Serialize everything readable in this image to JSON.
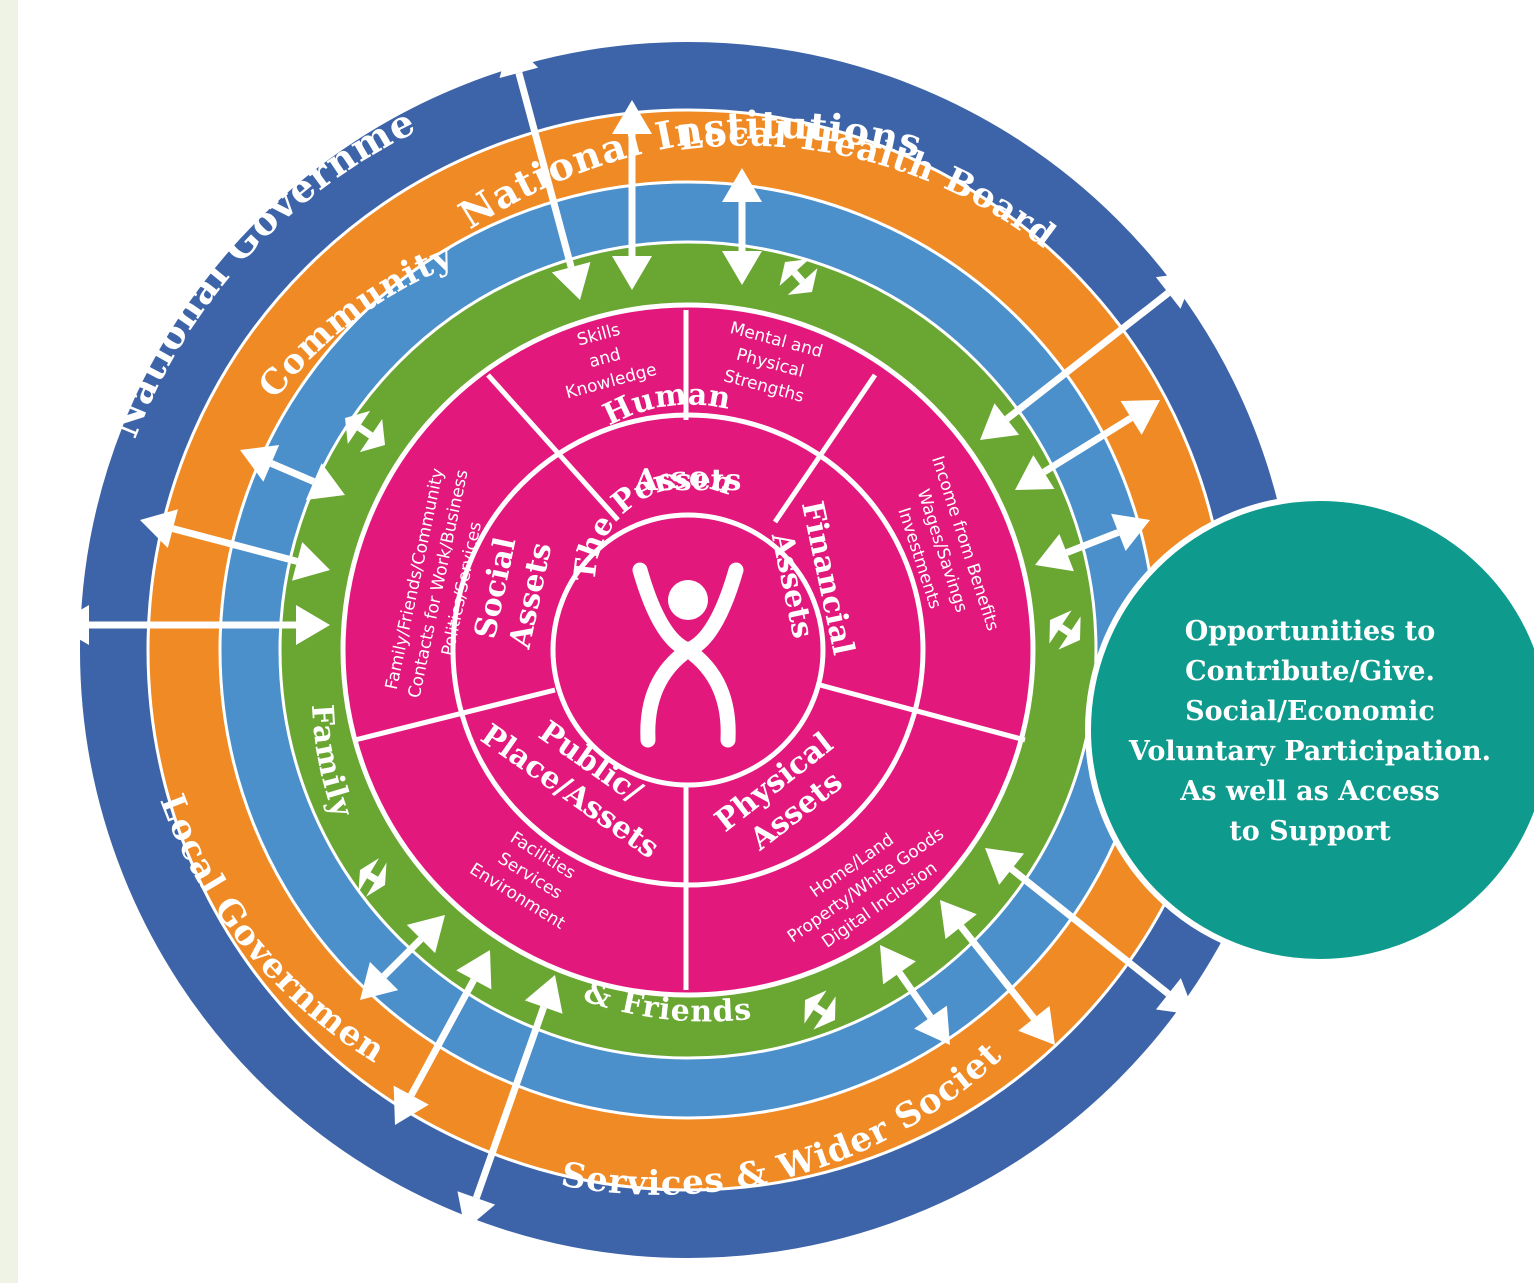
{
  "rings": {
    "outer": {
      "labels": [
        "National Institutions",
        "National Government"
      ],
      "color": "#3d64a8"
    },
    "orange": {
      "labels": [
        "Local Health Board",
        "Local Government",
        "Services & Wider Society"
      ],
      "color": "#ef8a24"
    },
    "blue": {
      "labels": [
        "Community"
      ],
      "color": "#4b8fcb"
    },
    "green": {
      "labels": [
        "Family",
        "& Friends"
      ],
      "color": "#6aa632"
    }
  },
  "center": {
    "color": "#e3187c",
    "person_label": "The Person",
    "assets": {
      "human": {
        "title": [
          "Human",
          "Assets"
        ]
      },
      "financial": {
        "title": [
          "Financial",
          "Assets"
        ]
      },
      "physical": {
        "title": [
          "Physical",
          "Assets"
        ]
      },
      "public": {
        "title": [
          "Public/",
          "Place/Assets"
        ]
      },
      "social": {
        "title": [
          "Social",
          "Assets"
        ]
      }
    },
    "outer_items": {
      "skills": [
        "Skills",
        "and",
        "Knowledge"
      ],
      "mental": [
        "Mental and",
        "Physical",
        "Strengths"
      ],
      "income": [
        "Income from Benefits",
        "Wages/Savings",
        "Investments"
      ],
      "home": [
        "Home/Land",
        "Property/White Goods",
        "Digital Inclusion"
      ],
      "facilities": [
        "Facilities",
        "Services",
        "Environment"
      ],
      "family": [
        "Family/Friends/Community",
        "Contacts for Work/Business",
        "Politics/Services"
      ]
    }
  },
  "opportunities": {
    "color": "#0e9a8c",
    "lines": [
      "Opportunities to",
      "Contribute/Give.",
      "Social/Economic",
      "Voluntary Participation.",
      "As well as Access",
      "to Support"
    ]
  },
  "icons": {
    "connections": "double-headed-arrow-icon",
    "person": "person-figure-icon"
  }
}
